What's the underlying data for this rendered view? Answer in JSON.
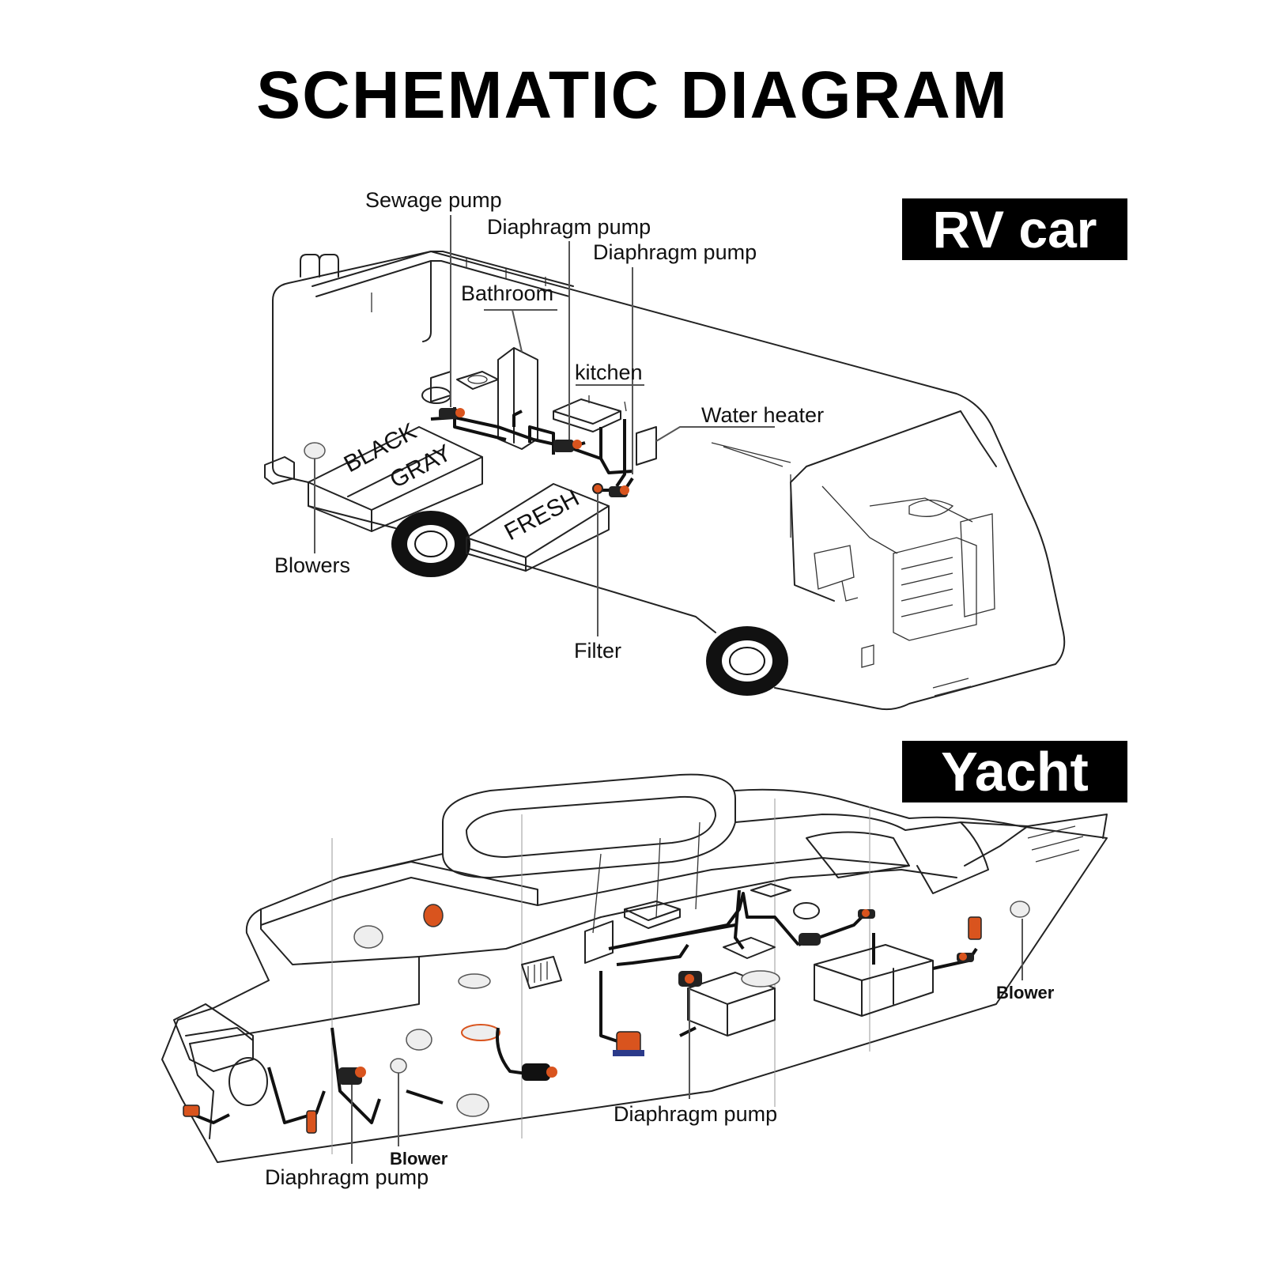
{
  "title": "SCHEMATIC DIAGRAM",
  "rv": {
    "badge": "RV car",
    "labels": {
      "sewage_pump": "Sewage pump",
      "diaphragm_pump_1": "Diaphragm pump",
      "diaphragm_pump_2": "Diaphragm pump",
      "bathroom": "Bathroom",
      "kitchen": "kitchen",
      "water_heater": "Water heater",
      "blowers": "Blowers",
      "filter": "Filter"
    },
    "tanks": {
      "black": "BLACK",
      "gray": "GRAY",
      "fresh": "FRESH"
    }
  },
  "yacht": {
    "badge": "Yacht",
    "labels": {
      "blower_right": "Blower",
      "diaphragm_pump_center": "Diaphragm pump",
      "blower_left": "Blower",
      "diaphragm_pump_left": "Diaphragm pump"
    }
  },
  "colors": {
    "pump_accent": "#d9541e",
    "line": "#222222",
    "badge_bg": "#000000",
    "badge_text": "#ffffff"
  }
}
